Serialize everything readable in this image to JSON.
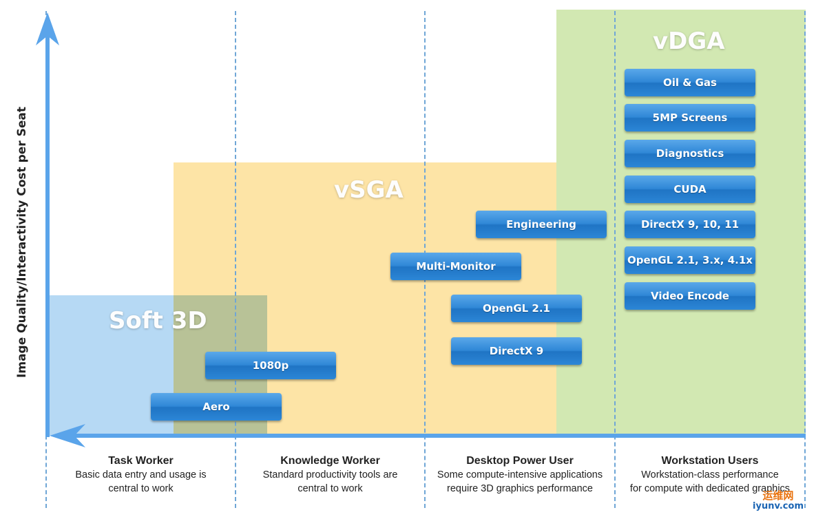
{
  "y_axis_label": "Image Quality/Interactivity Cost per Seat",
  "regions": [
    {
      "title": "Soft 3D",
      "color": "#a9d2f2"
    },
    {
      "title": "vSGA",
      "color": "#fde4a6"
    },
    {
      "title": "vDGA",
      "color": "#d2e8b2"
    }
  ],
  "soft3d_items": [
    "1080p",
    "Aero"
  ],
  "vsga_items": [
    "Engineering",
    "Multi-Monitor",
    "OpenGL 2.1",
    "DirectX 9"
  ],
  "vdga_items": [
    "Oil & Gas",
    "5MP Screens",
    "Diagnostics",
    "CUDA",
    "DirectX 9, 10, 11",
    "OpenGL 2.1, 3.x, 4.1x",
    "Video Encode"
  ],
  "columns": [
    {
      "heading": "Task Worker",
      "desc1": "Basic data entry and usage is",
      "desc2": "central to work"
    },
    {
      "heading": "Knowledge Worker",
      "desc1": "Standard productivity tools are",
      "desc2": "central to work"
    },
    {
      "heading": "Desktop Power User",
      "desc1": "Some compute-intensive applications",
      "desc2": "require 3D graphics performance"
    },
    {
      "heading": "Workstation Users",
      "desc1": "Workstation-class performance",
      "desc2": "for compute with dedicated graphics"
    }
  ],
  "watermark": {
    "line1": "运维网",
    "line2": "iyunv.com"
  },
  "colors": {
    "axis": "#5aa4ea",
    "pill": "#2f87d6",
    "dashed": "#6fa6d6"
  }
}
